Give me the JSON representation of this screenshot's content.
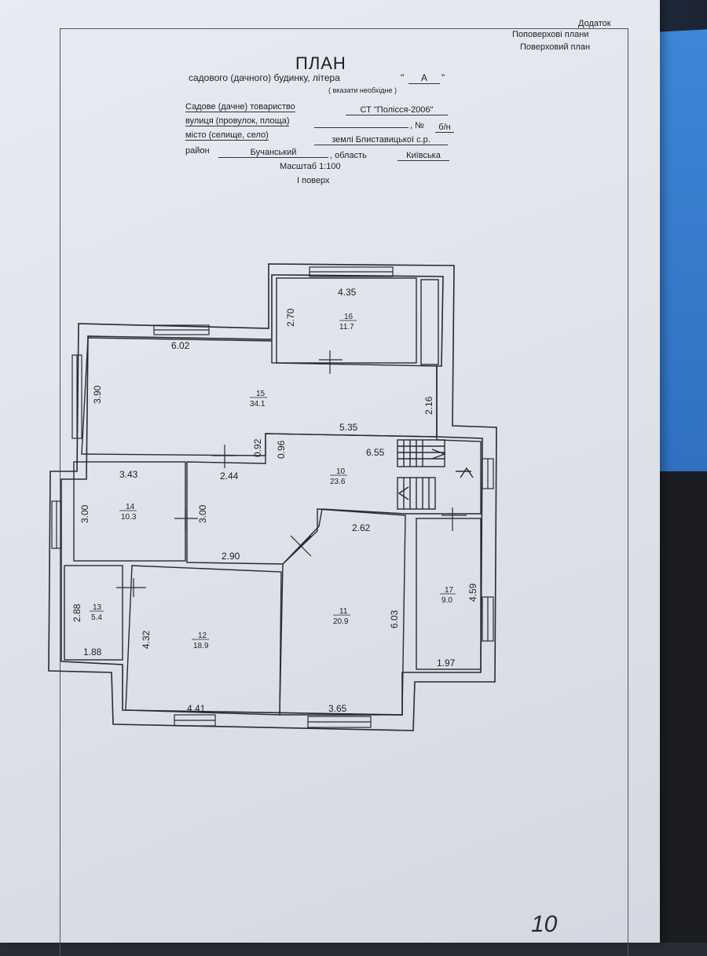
{
  "header": {
    "addendum": "Додаток",
    "floor_plans_1": "Поповерхові плани",
    "floor_plan_2": "Поверховий план"
  },
  "title": {
    "main": "ПЛАН",
    "subtitle": "садового (дачного) будинку, літера",
    "letter_prefix": "\"",
    "letter": "А",
    "letter_suffix": "\"",
    "note": "( вказати необхідне )"
  },
  "fields": {
    "society_label": "Садове (дачне) товариство",
    "society_value": "СТ \"Полісся-2006\"",
    "street_label": "вулиця (провулок, площа)",
    "number_label": ", №",
    "number_value": "б/н",
    "city_label": "місто (селище, село)",
    "city_value": "землі Блиставицької с.р.",
    "district_label": "район",
    "district_value": "Бучанський",
    "region_label": ", область",
    "region_value": "Київська",
    "scale": "Масштаб 1:100",
    "floor": "І поверх"
  },
  "rooms": [
    {
      "num": "16",
      "area": "11.7"
    },
    {
      "num": "15",
      "area": "34.1"
    },
    {
      "num": "10",
      "area": "23.6"
    },
    {
      "num": "14",
      "area": "10.3"
    },
    {
      "num": "13",
      "area": "5.4"
    },
    {
      "num": "12",
      "area": "18.9"
    },
    {
      "num": "11",
      "area": "20.9"
    },
    {
      "num": "17",
      "area": "9.0"
    }
  ],
  "dims": {
    "d435": "4.35",
    "d270": "2.70",
    "d602": "6.02",
    "d390": "3.90",
    "d216": "2.16",
    "d535": "5.35",
    "d092": "0.92",
    "d096": "0.96",
    "d655": "6.55",
    "d343": "3.43",
    "d244": "2.44",
    "d300a": "3.00",
    "d300b": "3.00",
    "d262": "2.62",
    "d290": "2.90",
    "d288": "2.88",
    "d188": "1.88",
    "d432": "4.32",
    "d441": "4.41",
    "d603": "6.03",
    "d365": "3.65",
    "d459": "4.59",
    "d197": "1.97"
  },
  "corner_mark": "10"
}
